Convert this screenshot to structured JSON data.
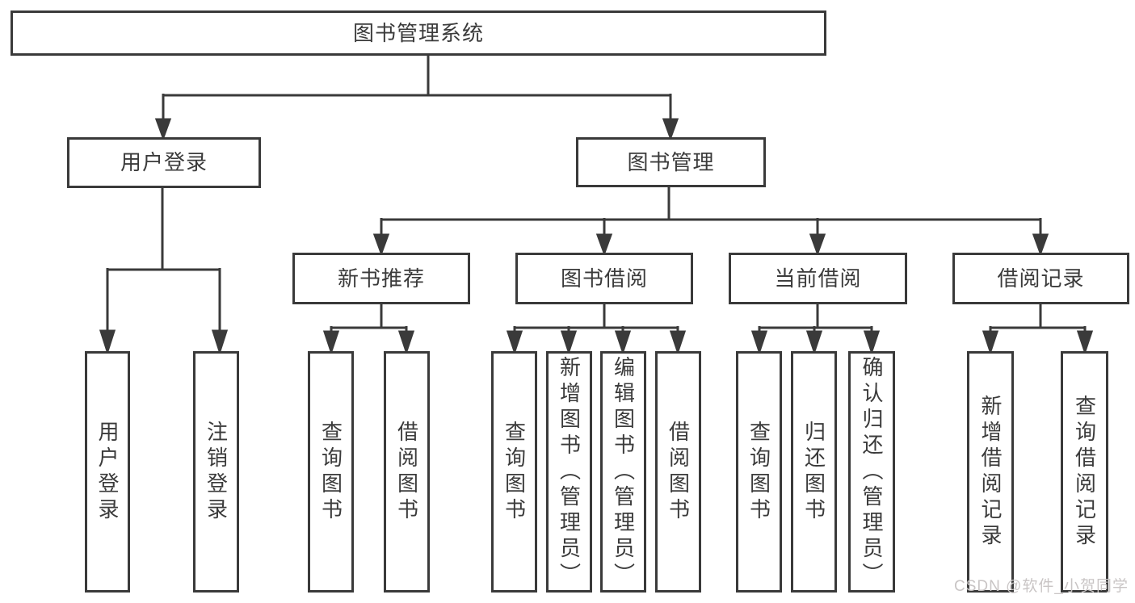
{
  "nodes": {
    "root": "图书管理系统",
    "user_login": "用户登录",
    "book_mgmt": "图书管理",
    "new_rec": "新书推荐",
    "book_borrow": "图书借阅",
    "cur_borrow": "当前借阅",
    "borrow_log": "借阅记录",
    "leaf_login": "用户登录",
    "leaf_logout": "注销登录",
    "leaf_rec_query": "查询图书",
    "leaf_rec_borrow": "借阅图书",
    "leaf_bb_query": "查询图书",
    "leaf_bb_add": "新增图书（管理员）",
    "leaf_bb_edit": "编辑图书（管理员）",
    "leaf_bb_borrow": "借阅图书",
    "leaf_cb_query": "查询图书",
    "leaf_cb_return": "归还图书",
    "leaf_cb_confirm": "确认归还（管理员）",
    "leaf_log_add": "新增借阅记录",
    "leaf_log_query": "查询借阅记录"
  },
  "watermark": "CSDN @软件_小贺同学",
  "colors": {
    "line": "#3a3a3a",
    "text": "#3b3b3b",
    "background": "#ffffff",
    "watermark": "#c9c5c5"
  }
}
